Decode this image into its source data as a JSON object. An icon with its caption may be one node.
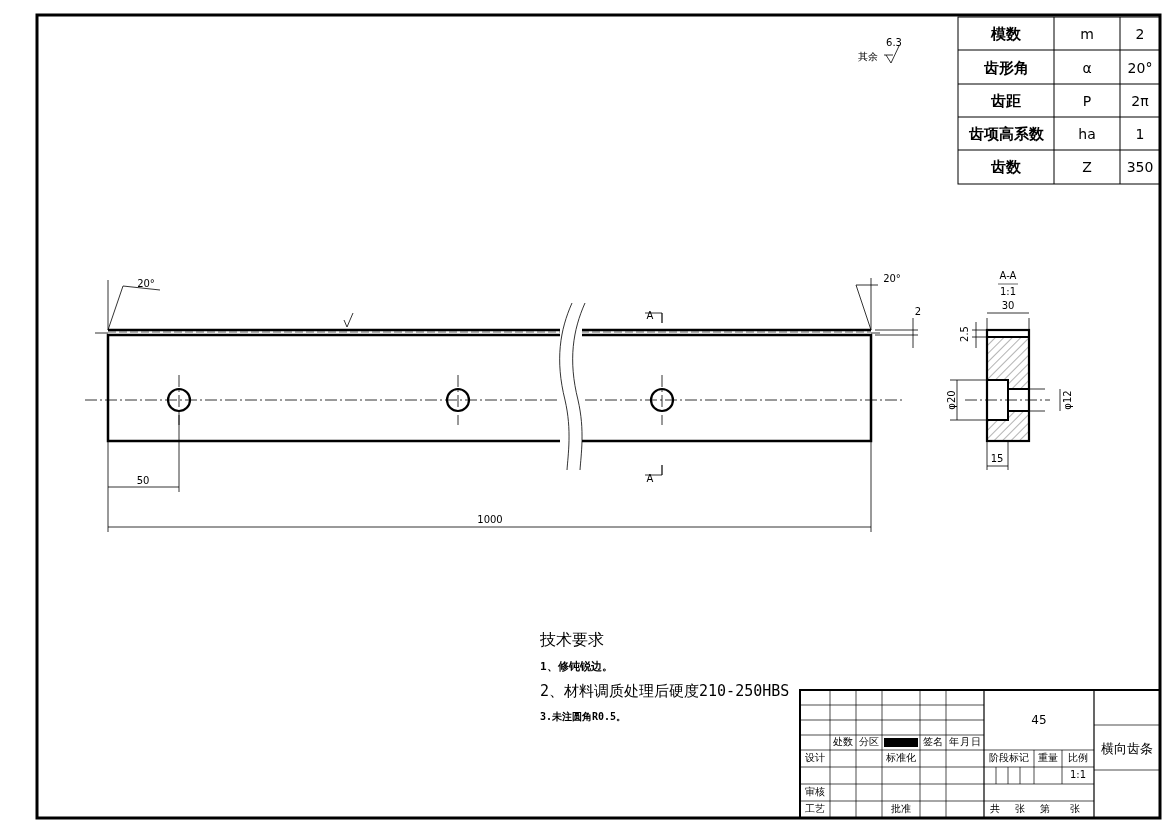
{
  "diagram": {
    "labels": [
      "其余",
      "6.3",
      "模数",
      "m",
      "2",
      "齿形角",
      "α",
      "20°",
      "齿距",
      "P",
      "2π",
      "齿项高系数",
      "ha",
      "1",
      "齿数",
      "Z",
      "350",
      "20°",
      "20°",
      "A-A",
      "1:1",
      "30",
      "2",
      "A",
      "2.5",
      "φ20",
      "φ12",
      "A",
      "15",
      "50",
      "1000",
      "技术要求",
      "1、修钝锐边。",
      "2、材料调质处理后硬度210-250HBS",
      "3.未注圆角R0.5。",
      "处数",
      "分区",
      "签名",
      "年",
      "月",
      "日",
      "45",
      "横向齿条",
      "设计",
      "标准化",
      "阶段标记",
      "重量",
      "比例",
      "1:1",
      "审核",
      "工艺",
      "批准",
      "共",
      "张",
      "第",
      "张"
    ]
  }
}
